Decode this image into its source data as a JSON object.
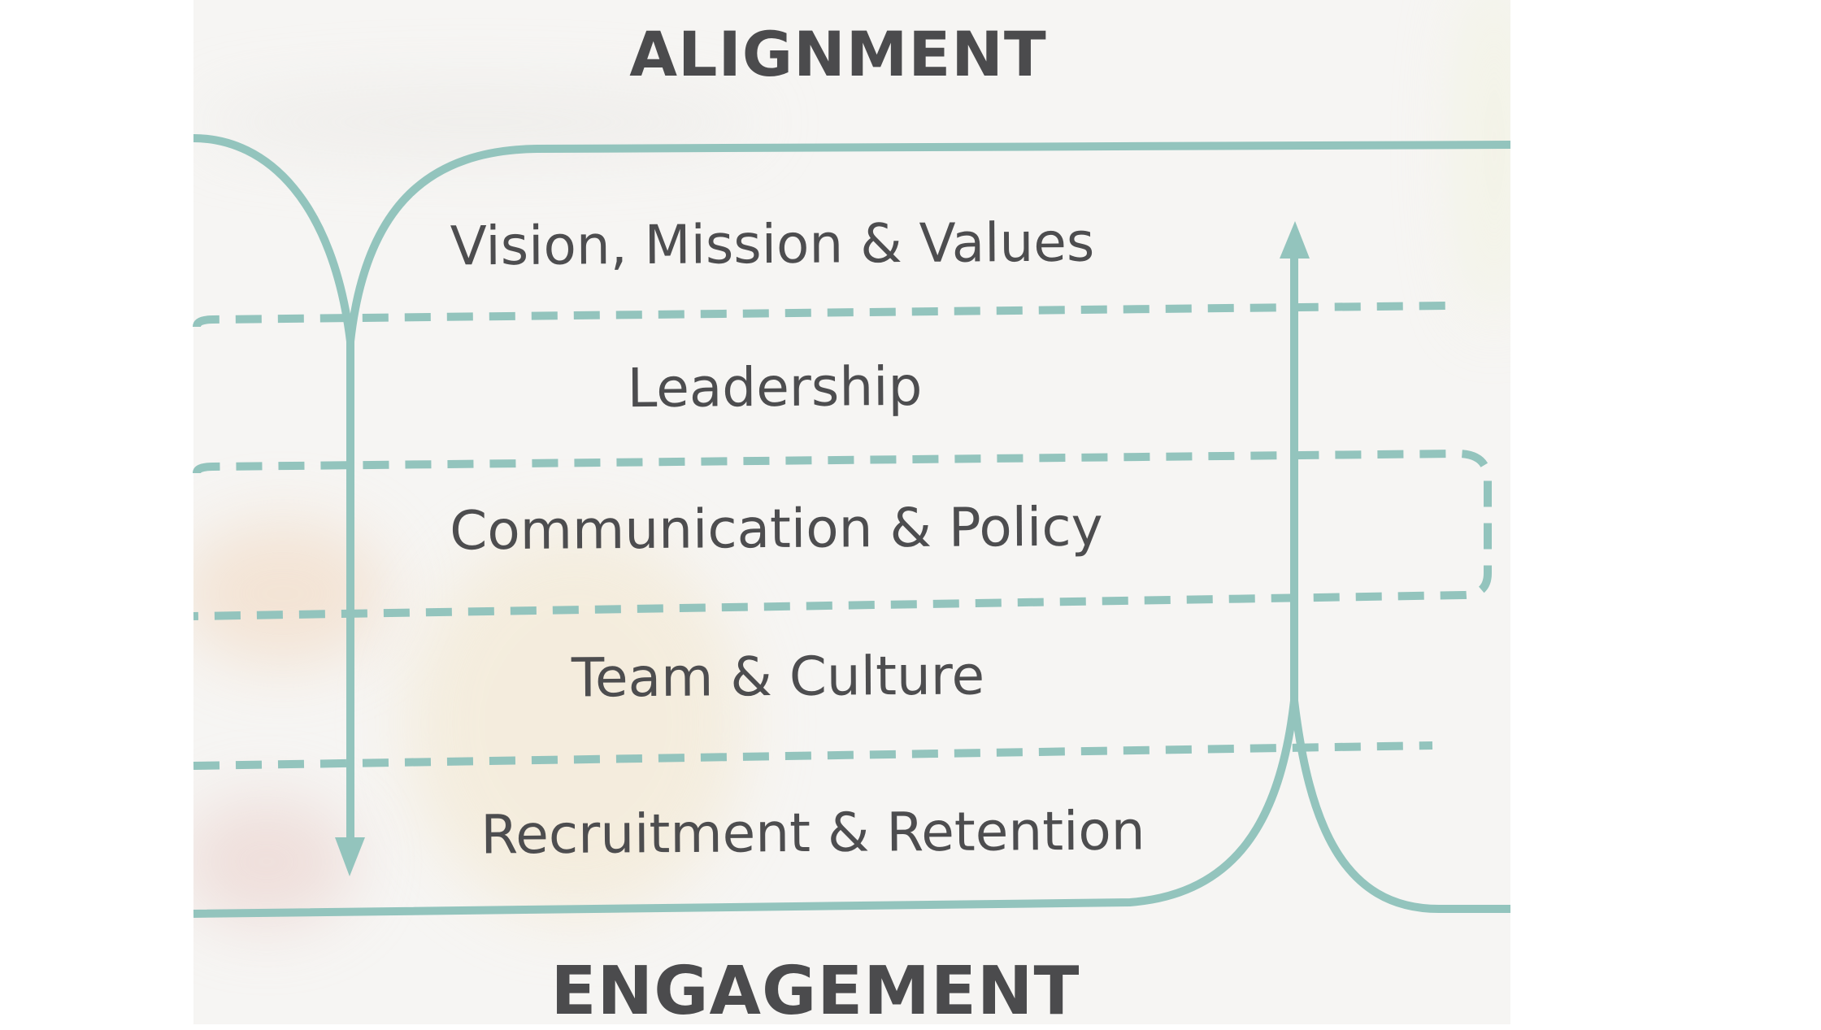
{
  "diagram": {
    "top_heading": "ALIGNMENT",
    "bottom_heading": "ENGAGEMENT",
    "layers": [
      {
        "label": "Vision, Mission & Values"
      },
      {
        "label": "Leadership"
      },
      {
        "label": "Communication & Policy"
      },
      {
        "label": "Team & Culture"
      },
      {
        "label": "Recruitment & Retention"
      }
    ],
    "arrows": [
      {
        "name": "top-down-arrow",
        "direction": "down",
        "from": "ALIGNMENT",
        "to": "Recruitment & Retention"
      },
      {
        "name": "bottom-up-arrow",
        "direction": "up",
        "from": "ENGAGEMENT",
        "to": "Vision, Mission & Values"
      }
    ],
    "highlighted_layer": "Communication & Policy"
  },
  "colors": {
    "line": "#93c4bd",
    "text": "#4b4b4d",
    "background": "#f6f5f3"
  }
}
